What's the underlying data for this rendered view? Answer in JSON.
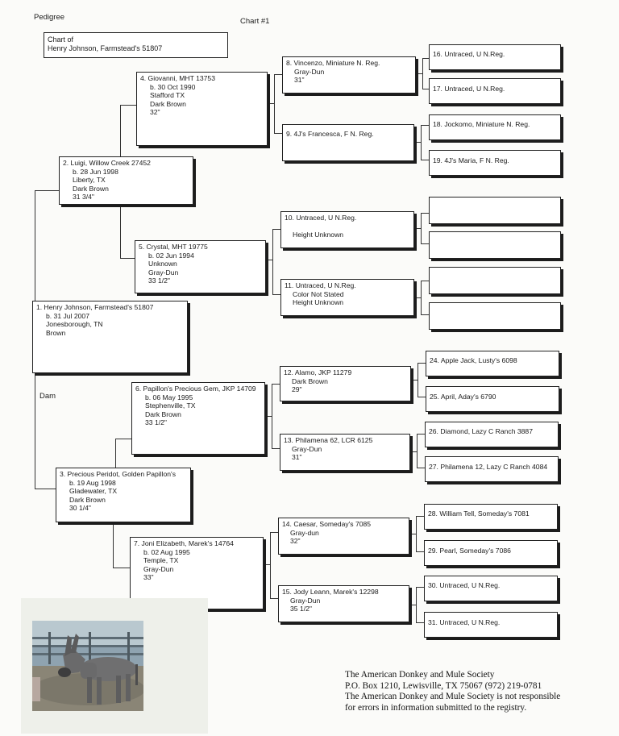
{
  "header": {
    "pedigree_label": "Pedigree",
    "chart_label": "Chart #1"
  },
  "chart_of": {
    "line1": "Chart of",
    "line2": "Henry Johnson, Farmstead's 51807"
  },
  "dam_label": "Dam",
  "animals": {
    "a1": [
      "1. Henry Johnson, Farmstead's 51807",
      "b. 31 Jul 2007",
      "Jonesborough, TN",
      "Brown"
    ],
    "a2": [
      "2. Luigi, Willow Creek 27452",
      "b. 28 Jun 1998",
      "Liberty, TX",
      "Dark Brown",
      "31 3/4\""
    ],
    "a3": [
      "3. Precious Peridot, Golden Papillon's",
      "b. 19 Aug 1998",
      "Gladewater, TX",
      "Dark Brown",
      "30 1/4\""
    ],
    "a4": [
      "4. Giovanni, MHT 13753",
      "b. 30 Oct 1990",
      "Stafford TX",
      "Dark Brown",
      "32\""
    ],
    "a5": [
      "5. Crystal, MHT 19775",
      "b. 02 Jun 1994",
      "Unknown",
      "Gray-Dun",
      "33 1/2\""
    ],
    "a6": [
      "6. Papillon's Precious Gem, JKP 14709",
      "b. 06 May 1995",
      "Stephenville, TX",
      "Dark Brown",
      "33 1/2\""
    ],
    "a7": [
      "7. Joni Elizabeth, Marek's 14764",
      "b. 02 Aug 1995",
      "Temple, TX",
      "Gray-Dun",
      "33\""
    ],
    "a8": [
      "8. Vincenzo, Miniature N. Reg.",
      "Gray-Dun",
      "31\""
    ],
    "a9": [
      "9. 4J's Francesca, F N. Reg."
    ],
    "a10": [
      "10. Untraced, U N.Reg.",
      "",
      "Height Unknown"
    ],
    "a11": [
      "11. Untraced, U N.Reg.",
      "Color Not Stated",
      "Height Unknown"
    ],
    "a12": [
      "12. Alamo, JKP 11279",
      "Dark Brown",
      "29\""
    ],
    "a13": [
      "13. Philamena 62, LCR 6125",
      "Gray-Dun",
      "31\""
    ],
    "a14": [
      "14. Caesar, Someday's 7085",
      "Gray-dun",
      "32\""
    ],
    "a15": [
      "15. Jody Leann, Marek's 12298",
      "Gray-Dun",
      "35 1/2\""
    ],
    "a16": [
      "16. Untraced, U N.Reg."
    ],
    "a17": [
      "17. Untraced, U N.Reg."
    ],
    "a18": [
      "18. Jockomo, Miniature N. Reg."
    ],
    "a19": [
      "19. 4J's Maria, F N. Reg."
    ],
    "a24": [
      "24. Apple Jack, Lusty's 6098"
    ],
    "a25": [
      "25. April, Aday's 6790"
    ],
    "a26": [
      "26. Diamond, Lazy C Ranch 3887"
    ],
    "a27": [
      "27. Philamena 12, Lazy C Ranch 4084"
    ],
    "a28": [
      "28. William Tell, Someday's 7081"
    ],
    "a29": [
      "29. Pearl, Someday's 7086"
    ],
    "a30": [
      "30. Untraced, U N.Reg."
    ],
    "a31": [
      "31. Untraced, U N.Reg."
    ]
  },
  "footer": {
    "org": "The American Donkey and Mule Society",
    "address": "P.O. Box 1210, Lewisville, TX 75067    (972) 219-0781",
    "disclaimer1": "The American Donkey and Mule Society is not responsible",
    "disclaimer2": "for errors in information submitted to the registry."
  }
}
